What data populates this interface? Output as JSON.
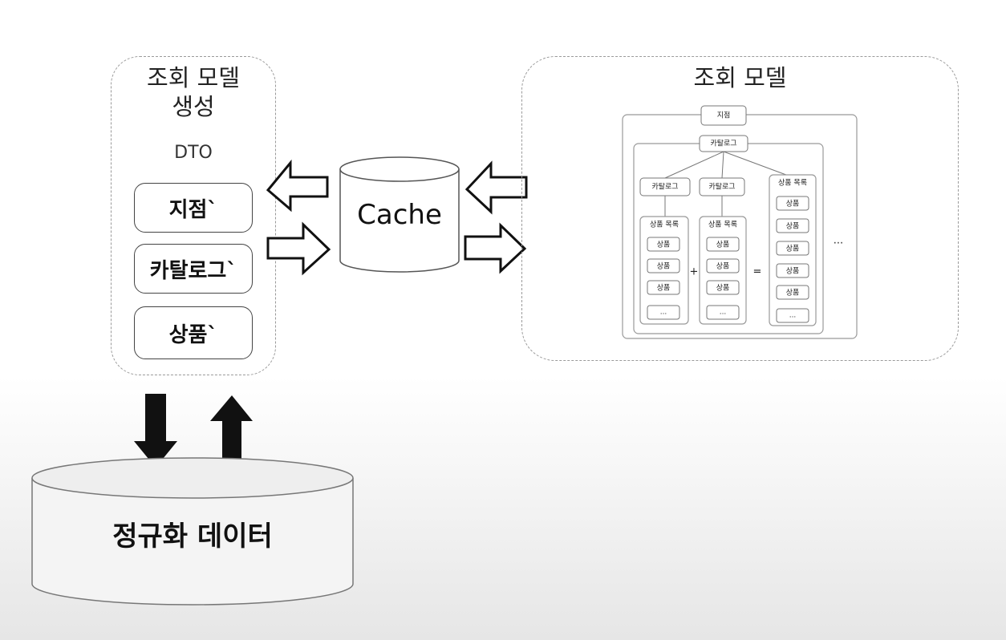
{
  "left_panel": {
    "title_line1": "조회 모델",
    "title_line2": "생성",
    "dto_label": "DTO",
    "items": [
      {
        "label": "지점`"
      },
      {
        "label": "카탈로그`"
      },
      {
        "label": "상품`"
      }
    ]
  },
  "cache": {
    "label": "Cache"
  },
  "right_panel": {
    "title": "조회 모델",
    "tree": {
      "root": "지점",
      "catalog": "카탈로그",
      "children": [
        {
          "label": "카탈로그",
          "list_title": "상품 목록",
          "items": [
            "상품",
            "상품",
            "상품",
            "..."
          ]
        },
        {
          "label": "카탈로그",
          "list_title": "상품 목록",
          "items": [
            "상품",
            "상품",
            "상품",
            "..."
          ]
        }
      ],
      "merged": {
        "list_title": "상품 목록",
        "items": [
          "상품",
          "상품",
          "상품",
          "상품",
          "상품",
          "..."
        ]
      },
      "plus": "+",
      "equals": "=",
      "ellipsis": "..."
    }
  },
  "database": {
    "label": "정규화 데이터"
  }
}
